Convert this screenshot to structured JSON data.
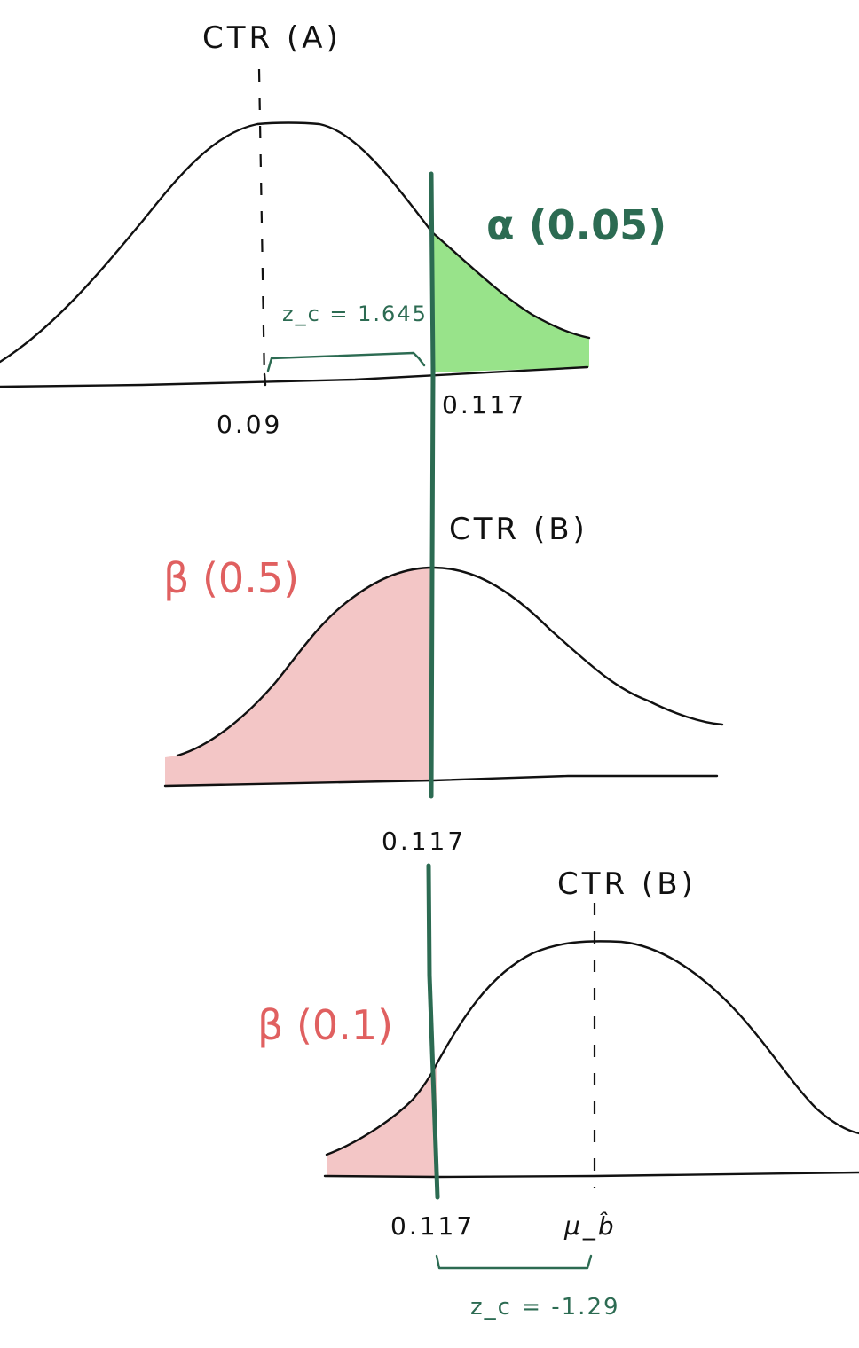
{
  "colors": {
    "ink": "#111111",
    "critical_line": "#2c6b52",
    "alpha_fill": "#98e38a",
    "beta_fill": "#f3c6c6",
    "beta_label": "#e06060"
  },
  "panel_a": {
    "title": "CTR (A)",
    "alpha_label": "α (0.05)",
    "z_label": "z_c = 1.645",
    "mean_tick": "0.09",
    "critical_tick": "0.117"
  },
  "panel_b": {
    "title": "CTR (B)",
    "beta_label": "β (0.5)",
    "critical_tick": "0.117"
  },
  "panel_c": {
    "title": "CTR (B)",
    "beta_label": "β (0.1)",
    "critical_tick": "0.117",
    "mean_tick": "μ_b̂",
    "z_label": "z_c = -1.29"
  }
}
